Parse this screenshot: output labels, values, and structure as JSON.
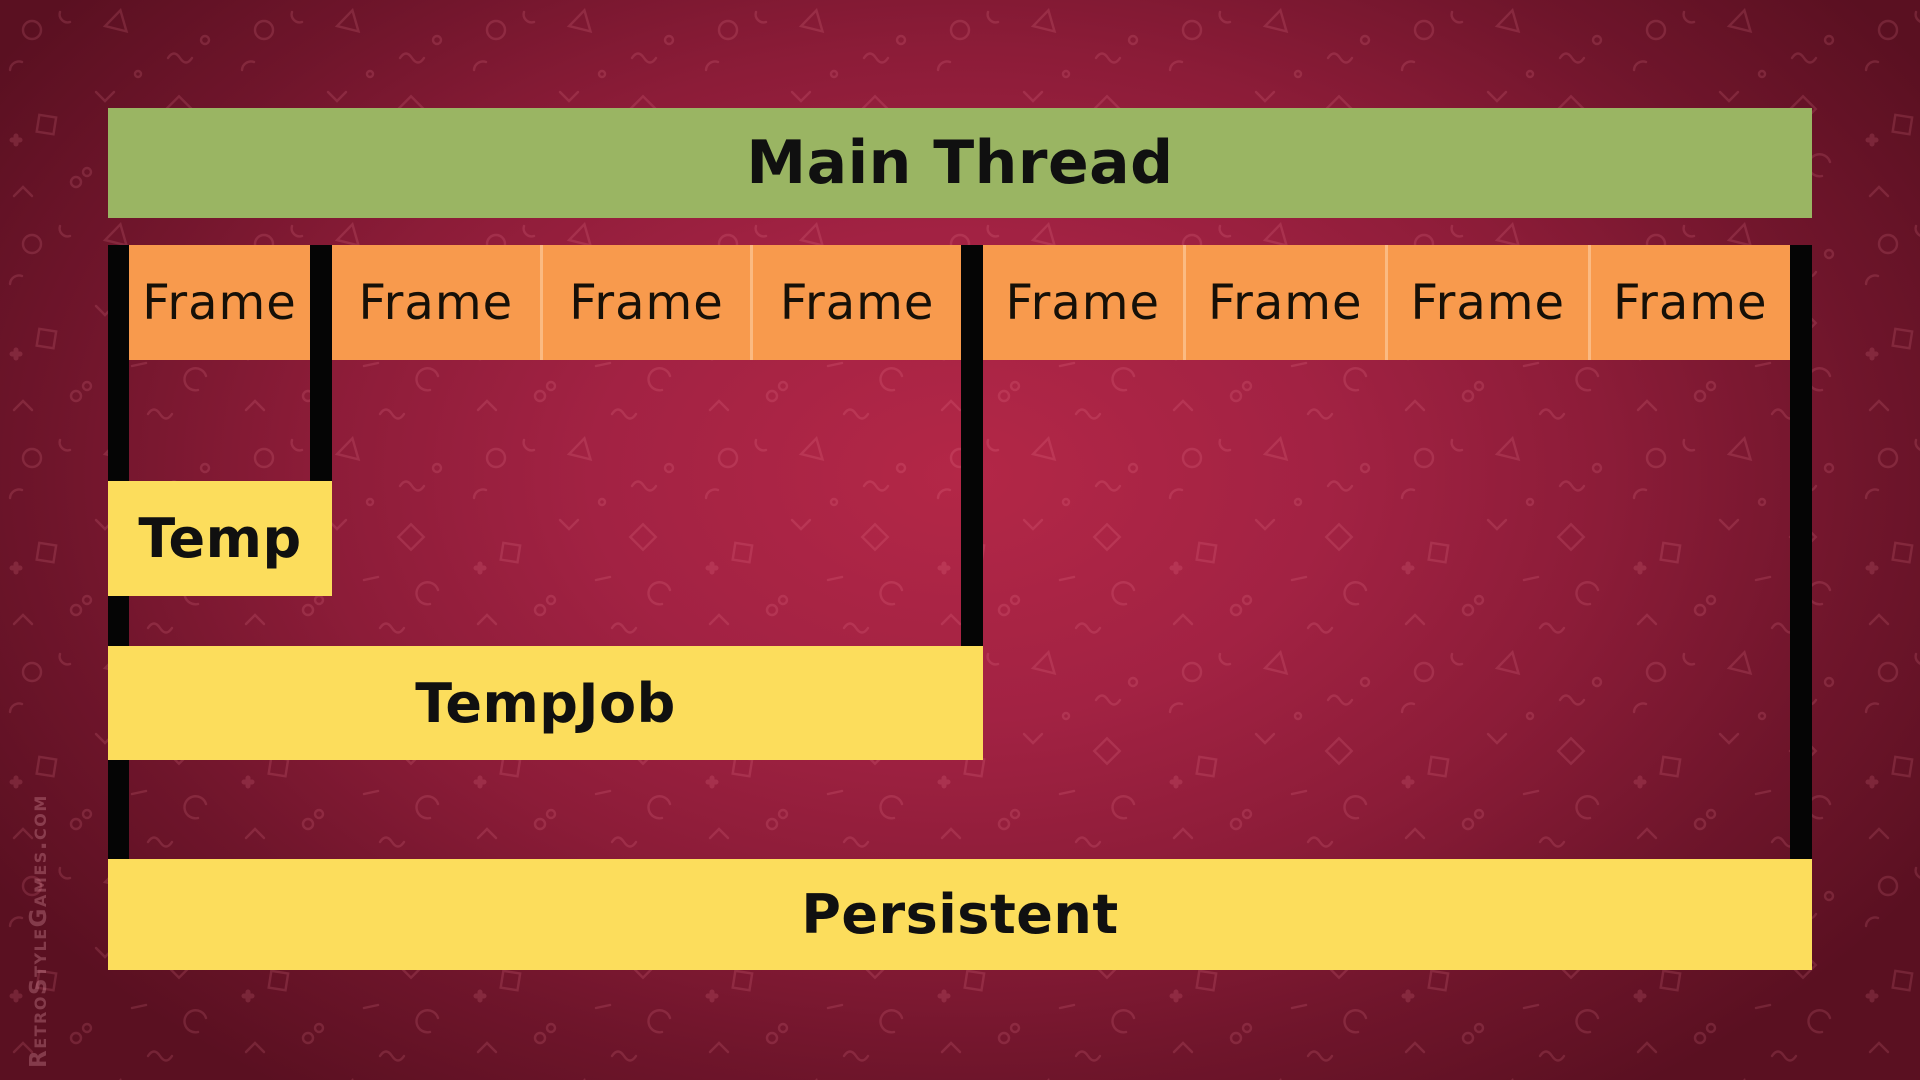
{
  "main_thread": {
    "label": "Main Thread"
  },
  "frame_row": {
    "groups": [
      {
        "frames": [
          "Frame"
        ]
      },
      {
        "frames": [
          "Frame",
          "Frame",
          "Frame"
        ]
      },
      {
        "frames": [
          "Frame",
          "Frame",
          "Frame",
          "Frame"
        ]
      }
    ]
  },
  "allocators": {
    "temp": {
      "label": "Temp"
    },
    "tempjob": {
      "label": "TempJob"
    },
    "persistent": {
      "label": "Persistent"
    }
  },
  "watermark": {
    "text": "RetroStyleGames.com"
  },
  "colors": {
    "main-thread": "#9ab563",
    "frame": "#f89a4d",
    "allocator": "#fcdd5c",
    "divider": "#050505",
    "label": "#101010",
    "bg-center": "#b32747",
    "bg-edge": "#5a1021"
  }
}
